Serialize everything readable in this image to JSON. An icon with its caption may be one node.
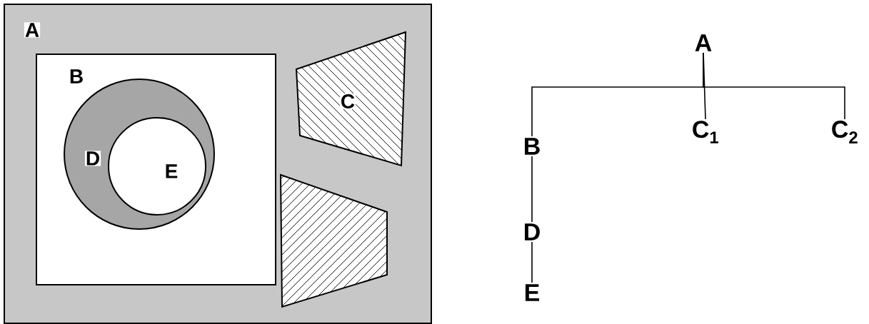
{
  "diagram": {
    "nodes": [
      {
        "text": [
          "A"
        ]
      },
      {
        "text": [
          "B"
        ],
        "in": 0
      },
      {
        "text": [
          "D"
        ],
        "in": 1
      },
      {
        "text": [
          "E"
        ],
        "in": 2
      },
      {
        "text": [
          "C"
        ],
        "in": 0
      },
      {
        "text": [],
        "shape": "trapezoid",
        "in": 0
      },
      {
        "text": [
          "A"
        ]
      },
      {
        "text": [
          "B"
        ]
      },
      {
        "text": [
          "C$_{1}$"
        ]
      },
      {
        "text": [
          "C$_{2}$"
        ]
      },
      {
        "text": [
          "D"
        ]
      },
      {
        "text": [
          "E"
        ]
      }
    ],
    "edges": [
      {
        "from": 6,
        "to": 7,
        "arrow": "none"
      },
      {
        "from": 6,
        "to": 8,
        "arrow": "none"
      },
      {
        "from": 6,
        "to": 9,
        "arrow": "none"
      },
      {
        "from": 7,
        "to": 10,
        "arrow": "none"
      },
      {
        "from": 10,
        "to": 11,
        "arrow": "none"
      }
    ]
  }
}
